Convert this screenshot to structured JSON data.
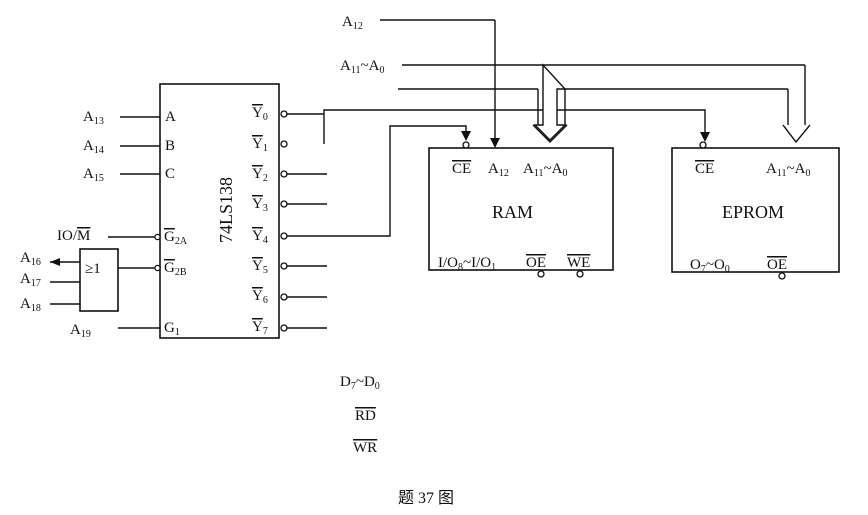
{
  "decoder": {
    "part": "74LS138",
    "inputs": [
      {
        "pin": "A",
        "signal": "A13"
      },
      {
        "pin": "B",
        "signal": "A14"
      },
      {
        "pin": "C",
        "signal": "A15"
      },
      {
        "pin": "G2A",
        "signal": "IO/M"
      },
      {
        "pin": "G2B",
        "signal": "≥1 output"
      },
      {
        "pin": "G1",
        "signal": "A19"
      }
    ],
    "outputs": [
      "Y0",
      "Y1",
      "Y2",
      "Y3",
      "Y4",
      "Y5",
      "Y6",
      "Y7"
    ]
  },
  "or_gate": {
    "symbol": "≥1",
    "inputs": [
      "A16",
      "A17",
      "A18"
    ]
  },
  "ram": {
    "name": "RAM",
    "pins": [
      "CE",
      "A12",
      "A11~A0",
      "I/O8~I/O1",
      "OE",
      "WE"
    ]
  },
  "eprom": {
    "name": "EPROM",
    "pins": [
      "CE",
      "A11~A0",
      "O7~O0",
      "OE"
    ]
  },
  "system_bus": [
    "A12",
    "A11~A0",
    "D7~D0",
    "RD",
    "WR"
  ],
  "caption": "题 37 图"
}
